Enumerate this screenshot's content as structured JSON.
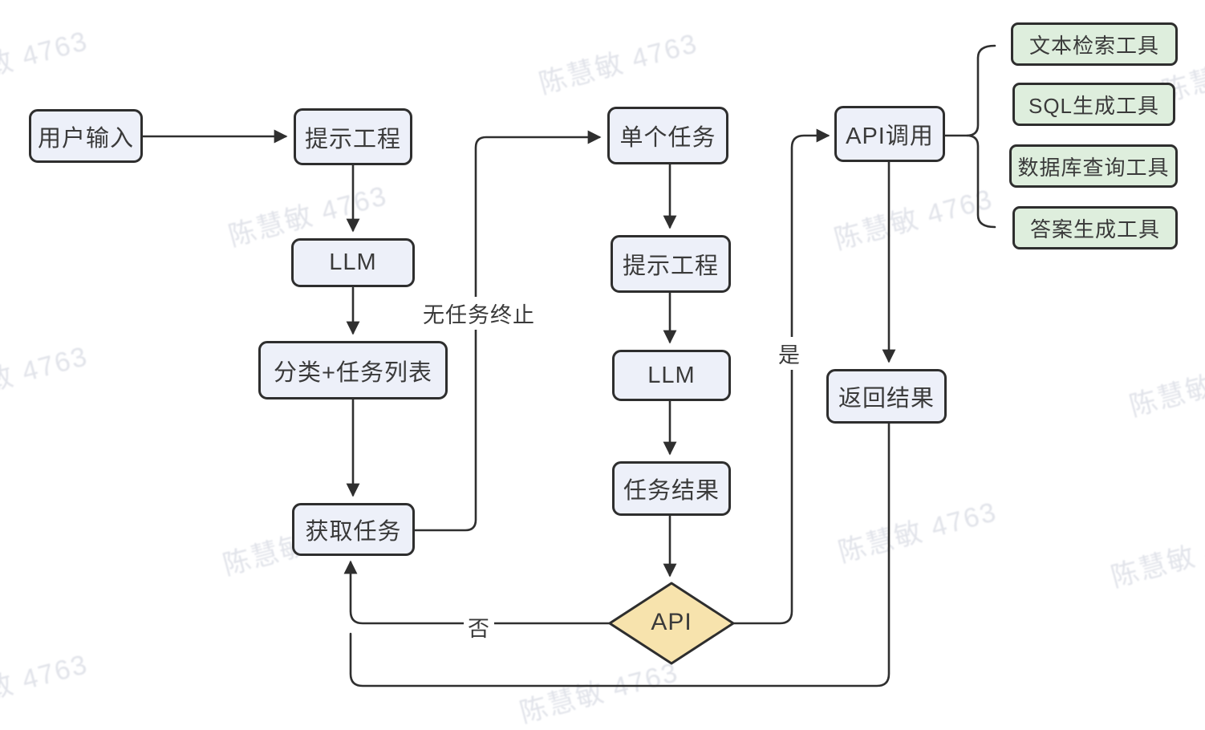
{
  "diagram": {
    "title": "LLM task-routing agent flowchart",
    "watermark_text": "陈慧敏 4763",
    "nodes": {
      "user_input": {
        "label": "用户输入"
      },
      "prompt_eng_1": {
        "label": "提示工程"
      },
      "llm_1": {
        "label": "LLM"
      },
      "classify_task_list": {
        "label": "分类+任务列表"
      },
      "get_task": {
        "label": "获取任务"
      },
      "single_task": {
        "label": "单个任务"
      },
      "prompt_eng_2": {
        "label": "提示工程"
      },
      "llm_2": {
        "label": "LLM"
      },
      "task_result": {
        "label": "任务结果"
      },
      "api_decision": {
        "label": "API"
      },
      "api_call": {
        "label": "API调用"
      },
      "return_result": {
        "label": "返回结果"
      },
      "tool_text_retrieval": {
        "label": "文本检索工具"
      },
      "tool_sql_generation": {
        "label": "SQL生成工具"
      },
      "tool_db_query": {
        "label": "数据库查询工具"
      },
      "tool_answer_generation": {
        "label": "答案生成工具"
      }
    },
    "edge_labels": {
      "no_task_terminate": "无任务终止",
      "no": "否",
      "yes": "是"
    },
    "colors": {
      "node_fill": "#edf0f9",
      "tool_fill": "#deeedd",
      "decision_fill": "#f7e3ad",
      "node_stroke": "#2e2e2e",
      "line": "#2f2f2f",
      "text": "#3a3a3a",
      "watermark": "#b9becd"
    }
  }
}
